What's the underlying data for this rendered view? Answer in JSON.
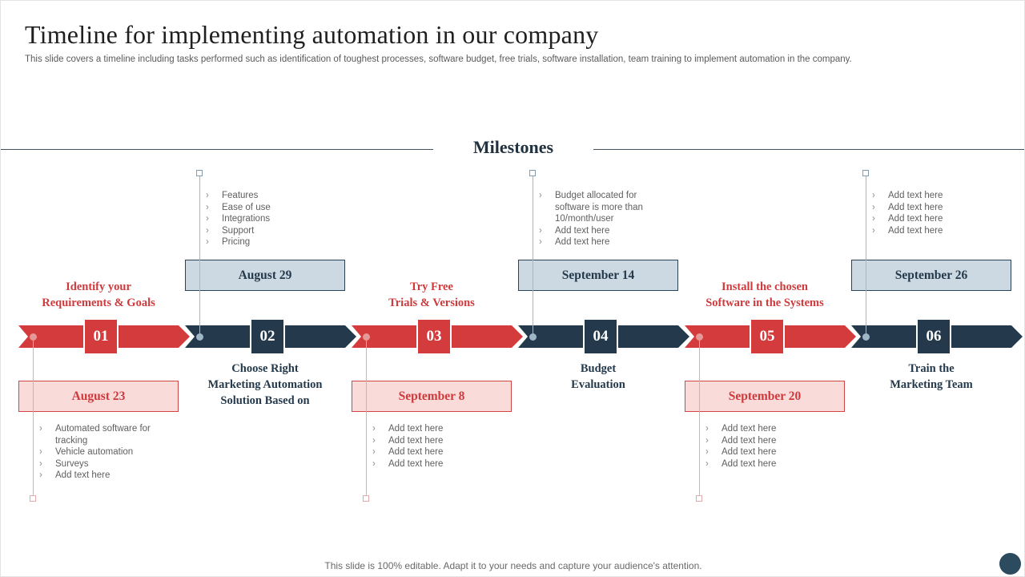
{
  "slide": {
    "title": "Timeline for implementing automation in our company",
    "subtitle": "This slide covers a timeline including tasks performed such as identification of toughest processes, software budget, free trials, software installation, team training to implement automation in the company.",
    "section_heading": "Milestones",
    "footer": "This slide is 100% editable. Adapt it to your needs and capture your audience's attention."
  },
  "ui": {
    "bullet_char": "›"
  },
  "colors": {
    "red": "#d43b3c",
    "navy": "#24394b",
    "pink_fill": "#f9dbd9",
    "blue_fill": "#ccd9e2",
    "connector_pink": "#e2aaa8",
    "connector_blue": "#a3b8c8",
    "text_gray": "#5f5f5f"
  },
  "steps": [
    {
      "number": "01",
      "theme": "red",
      "date": "August 23",
      "label": "Identify your\nRequirements & Goals",
      "bullets": [
        "Automated software for tracking",
        "Vehicle automation",
        "Surveys",
        "Add text here"
      ]
    },
    {
      "number": "02",
      "theme": "navy",
      "date": "August 29",
      "label": "Choose Right\nMarketing Automation\nSolution Based on",
      "bullets": [
        "Features",
        "Ease of use",
        "Integrations",
        "Support",
        "Pricing"
      ]
    },
    {
      "number": "03",
      "theme": "red",
      "date": "September 8",
      "label": "Try Free\nTrials & Versions",
      "bullets": [
        "Add text here",
        "Add text here",
        "Add text here",
        "Add text here"
      ]
    },
    {
      "number": "04",
      "theme": "navy",
      "date": "September 14",
      "label": "Budget\nEvaluation",
      "bullets": [
        "Budget allocated for software is more than 10/month/user",
        "Add text here",
        "Add text here"
      ]
    },
    {
      "number": "05",
      "theme": "red",
      "date": "September 20",
      "label": "Install the chosen\nSoftware in the Systems",
      "bullets": [
        "Add text here",
        "Add text here",
        "Add text here",
        "Add text here"
      ]
    },
    {
      "number": "06",
      "theme": "navy",
      "date": "September 26",
      "label": "Train the\nMarketing Team",
      "bullets": [
        "Add text here",
        "Add text here",
        "Add text here",
        "Add text here"
      ]
    }
  ]
}
